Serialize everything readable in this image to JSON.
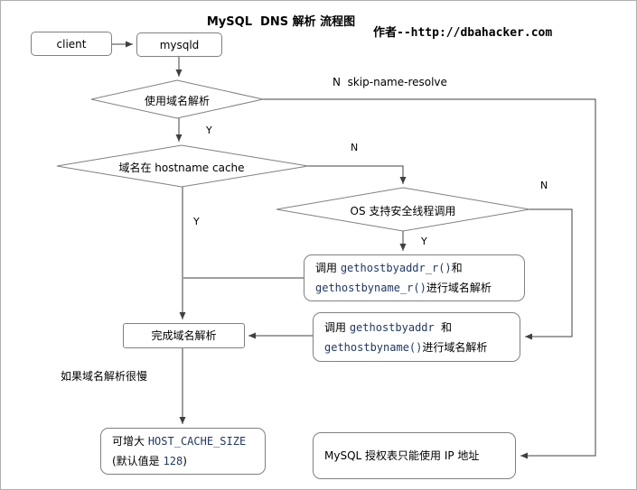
{
  "page": {
    "title": "MySQL  DNS 解析 流程图",
    "author": "作者--http://dbahacker.com"
  },
  "colors": {
    "line": "#404040",
    "shape_border": "#808080",
    "code_text": "#1f3864",
    "text": "#000000"
  },
  "nodes": {
    "client": {
      "label": "client"
    },
    "mysqld": {
      "label": "mysqld"
    },
    "use_dns": {
      "label": "使用域名解析"
    },
    "in_cache": {
      "label": "域名在 hostname cache"
    },
    "os_threadsafe": {
      "label": "OS 支持安全线程调用"
    },
    "call_reentrant": {
      "segments": [
        {
          "t": "调用 "
        },
        {
          "t": "gethostbyaddr_r()",
          "c": true
        },
        {
          "t": "和"
        },
        {
          "br": true
        },
        {
          "t": "gethostbyname_r()",
          "c": true
        },
        {
          "t": "进行域名解析"
        }
      ]
    },
    "call_standard": {
      "segments": [
        {
          "t": "调用 "
        },
        {
          "t": "gethostbyaddr ",
          "c": true
        },
        {
          "t": "和"
        },
        {
          "br": true
        },
        {
          "t": "gethostbyname()",
          "c": true
        },
        {
          "t": "进行域名解析"
        }
      ]
    },
    "done": {
      "label": "完成域名解析"
    },
    "increase_cache": {
      "segments": [
        {
          "t": "可增大 "
        },
        {
          "t": "HOST_CACHE_SIZE",
          "c": true
        },
        {
          "br": true
        },
        {
          "t": "(默认值是 "
        },
        {
          "t": "128",
          "c": true
        },
        {
          "t": ")"
        }
      ]
    },
    "grant_ip_only": {
      "label": "MySQL 授权表只能使用 IP 地址"
    }
  },
  "edge_labels": {
    "skip_name_resolve": "N  skip-name-resolve",
    "use_dns_yes": "Y",
    "in_cache_no": "N",
    "in_cache_yes": "Y",
    "threadsafe_yes": "Y",
    "threadsafe_no": "N",
    "slow_note": "如果域名解析很慢"
  }
}
